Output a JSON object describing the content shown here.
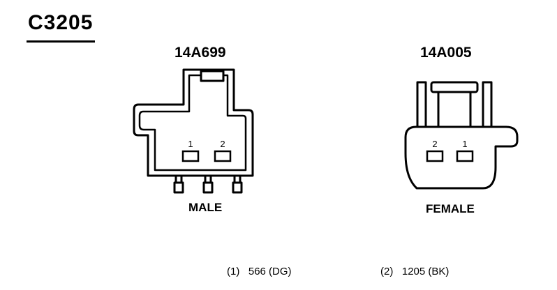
{
  "connector_id": "C3205",
  "male": {
    "part_number": "14A699",
    "label": "MALE",
    "pins": [
      "1",
      "2"
    ]
  },
  "female": {
    "part_number": "14A005",
    "label": "FEMALE",
    "pins": [
      "2",
      "1"
    ]
  },
  "legend": [
    {
      "pin": "(1)",
      "circuit": "566 (DG)"
    },
    {
      "pin": "(2)",
      "circuit": "1205 (BK)"
    }
  ]
}
